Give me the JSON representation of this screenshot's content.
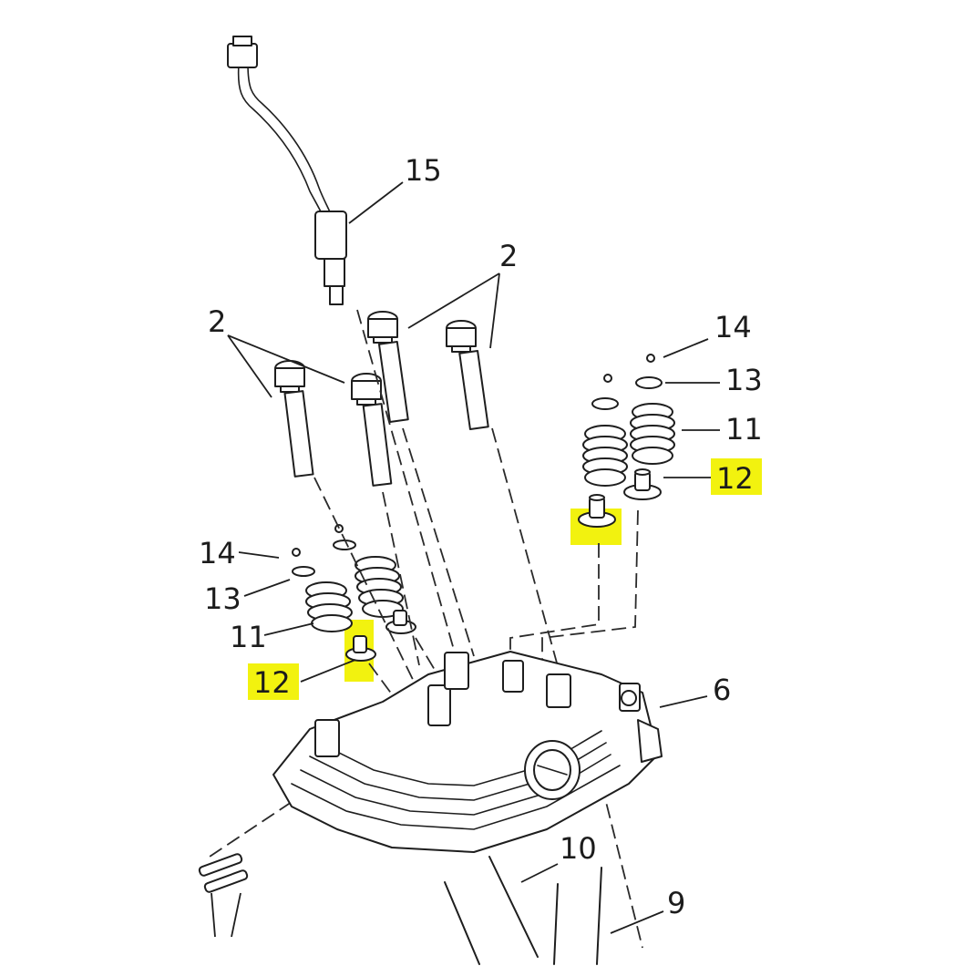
{
  "highlight_color": "#f2f20f",
  "callouts": {
    "c15": "15",
    "c2_right": "2",
    "c2_left": "2",
    "c14_right": "14",
    "c13_right": "13",
    "c11_right": "11",
    "c12_right": "12",
    "c14_left": "14",
    "c13_left": "13",
    "c11_left": "11",
    "c12_left": "12",
    "c6": "6",
    "c10": "10",
    "c9": "9"
  },
  "highlighted": [
    "c12_right",
    "c12_left"
  ]
}
